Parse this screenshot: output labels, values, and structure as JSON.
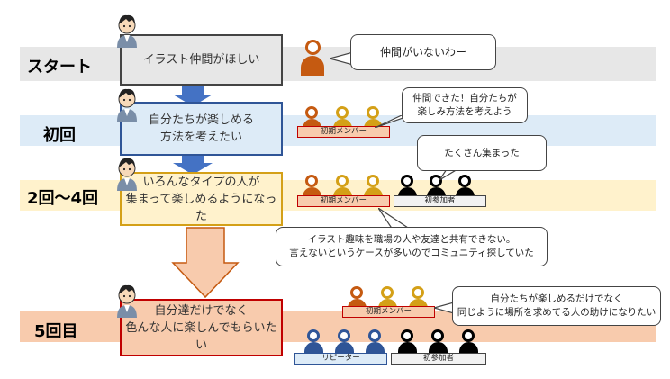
{
  "stages": [
    {
      "label": "スタート",
      "step": "イラスト仲間がほしい"
    },
    {
      "label": "初回",
      "step": "自分たちが楽しめる\n方法を考えたい"
    },
    {
      "label": "2回〜4回",
      "step": "いろんなタイプの人が\n集まって楽しめるようになった"
    },
    {
      "label": "5回目",
      "step": "自分達だけでなく\n色んな人に楽しんでもらいたい"
    }
  ],
  "bubbles": {
    "start": "仲間がいないわー",
    "first": "仲間できた！自分たちが\n楽しみ方法を考えよう",
    "mid_top": "たくさん集まった",
    "mid_bottom": "イラスト趣味を職場の人や友達と共有できない。\n言えないというケースが多いのでコミュニティ探していた",
    "fifth": "自分たちが楽しめるだけでなく\n同じように場所を求めてる人の助けになりたい"
  },
  "groups": {
    "initial_members": "初期メンバー",
    "first_timers": "初参加者",
    "repeaters": "リピーター"
  },
  "colors": {
    "orange": "#C55A11",
    "gold": "#D4A017",
    "black": "#000000",
    "blue": "#2F5597",
    "band_gray": "#E7E7E7",
    "band_blue": "#DDEBF7",
    "band_yellow": "#FFF2CC",
    "band_salmon": "#F8CBAD"
  },
  "icons": [
    "avatar-icon",
    "person-icon",
    "down-arrow-icon"
  ]
}
